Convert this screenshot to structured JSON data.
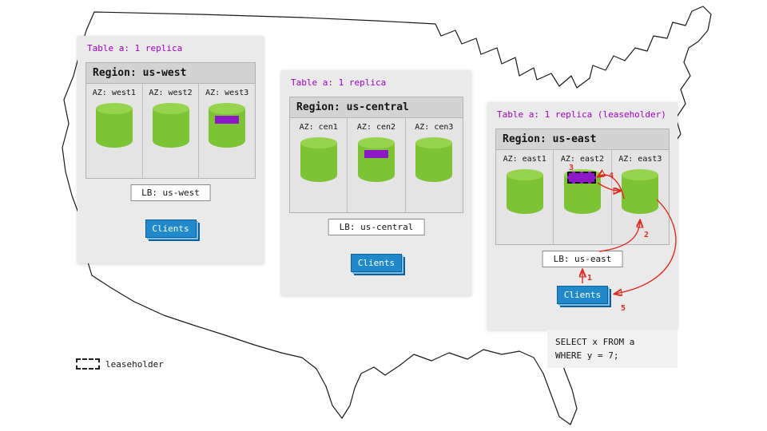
{
  "legend": {
    "label": "leaseholder"
  },
  "query": {
    "line1": "SELECT x FROM a",
    "line2": "WHERE y = 7;"
  },
  "flow": {
    "steps": [
      "1",
      "2",
      "3",
      "4",
      "5"
    ]
  },
  "regions": [
    {
      "table_label": "Table a: 1 replica",
      "region_label": "Region: us-west",
      "azs": [
        {
          "label": "AZ: west1",
          "replica": false,
          "leaseholder": false
        },
        {
          "label": "AZ: west2",
          "replica": false,
          "leaseholder": false
        },
        {
          "label": "AZ: west3",
          "replica": true,
          "leaseholder": false
        }
      ],
      "lb_label": "LB: us-west",
      "clients_label": "Clients"
    },
    {
      "table_label": "Table a: 1 replica",
      "region_label": "Region: us-central",
      "azs": [
        {
          "label": "AZ: cen1",
          "replica": false,
          "leaseholder": false
        },
        {
          "label": "AZ: cen2",
          "replica": true,
          "leaseholder": false
        },
        {
          "label": "AZ: cen3",
          "replica": false,
          "leaseholder": false
        }
      ],
      "lb_label": "LB: us-central",
      "clients_label": "Clients"
    },
    {
      "table_label": "Table a: 1 replica (leaseholder)",
      "region_label": "Region: us-east",
      "azs": [
        {
          "label": "AZ: east1",
          "replica": false,
          "leaseholder": false
        },
        {
          "label": "AZ: east2",
          "replica": true,
          "leaseholder": true
        },
        {
          "label": "AZ: east3",
          "replica": false,
          "leaseholder": false
        }
      ],
      "lb_label": "LB: us-east",
      "clients_label": "Clients"
    }
  ],
  "colors": {
    "table_label_purple": "#a000c8",
    "replica_purple": "#8d18c8",
    "cylinder_green": "#7cc433",
    "cylinder_top_green": "#97d44e",
    "clients_blue": "#2089cb",
    "arrow_red": "#e02a20",
    "panel_gray": "#eaeaea",
    "region_header_gray": "#d3d3d3"
  }
}
